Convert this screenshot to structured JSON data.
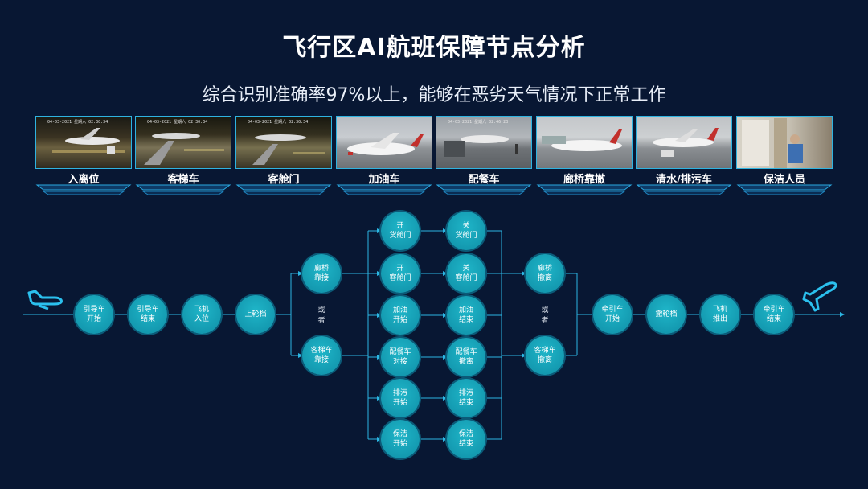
{
  "title": "飞行区AI航班保障节点分析",
  "subtitle": "综合识别准确率97%以上，能够在恶劣天气情况下正常工作",
  "thumbnails": [
    {
      "label": "入离位",
      "timestamp": "04-03-2021 星期六 02:30:34"
    },
    {
      "label": "客梯车",
      "timestamp": "04-03-2021 星期六 02:30:34"
    },
    {
      "label": "客舱门",
      "timestamp": "04-03-2021 星期六 02:30:34"
    },
    {
      "label": "加油车",
      "timestamp": ""
    },
    {
      "label": "配餐车",
      "timestamp": "04-03-2021 星期六 02:46:23"
    },
    {
      "label": "廊桥靠撤",
      "timestamp": ""
    },
    {
      "label": "清水/排污车",
      "timestamp": ""
    },
    {
      "label": "保洁人员",
      "timestamp": ""
    }
  ],
  "flow": {
    "main_start": [
      "引导车\n开始",
      "引导车\n结束",
      "飞机\n入位",
      "上轮档"
    ],
    "branch_in": [
      "廊桥\n靠接",
      "客梯车\n靠接"
    ],
    "or_text": "或\n者",
    "col1": [
      "开\n货舱门",
      "开\n客舱门",
      "加油\n开始",
      "配餐车\n对接",
      "排污\n开始",
      "保洁\n开始"
    ],
    "col2": [
      "关\n货舱门",
      "关\n客舱门",
      "加油\n结束",
      "配餐车\n撤离",
      "排污\n结束",
      "保洁\n结束"
    ],
    "branch_out": [
      "廊桥\n撤离",
      "客梯车\n撤离"
    ],
    "main_end": [
      "牵引车\n开始",
      "撤轮档",
      "飞机\n推出",
      "牵引车\n结束"
    ]
  },
  "colors": {
    "background": "#081733",
    "node": "#1aa6bd",
    "line": "#2bb6e3",
    "accent": "#3ec6f0"
  }
}
